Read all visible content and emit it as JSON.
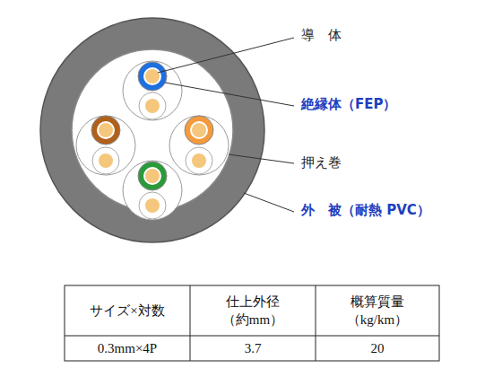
{
  "diagram": {
    "labels": [
      "導　体",
      "絶縁体（FEP）",
      "押え巻",
      "外　被（耐熱 PVC）",
      "サイズ×対数",
      "仕上外径 （約mm）",
      "概算質量 （kg/km）",
      "0.3mm×4P",
      "3.7",
      "20"
    ]
  }
}
